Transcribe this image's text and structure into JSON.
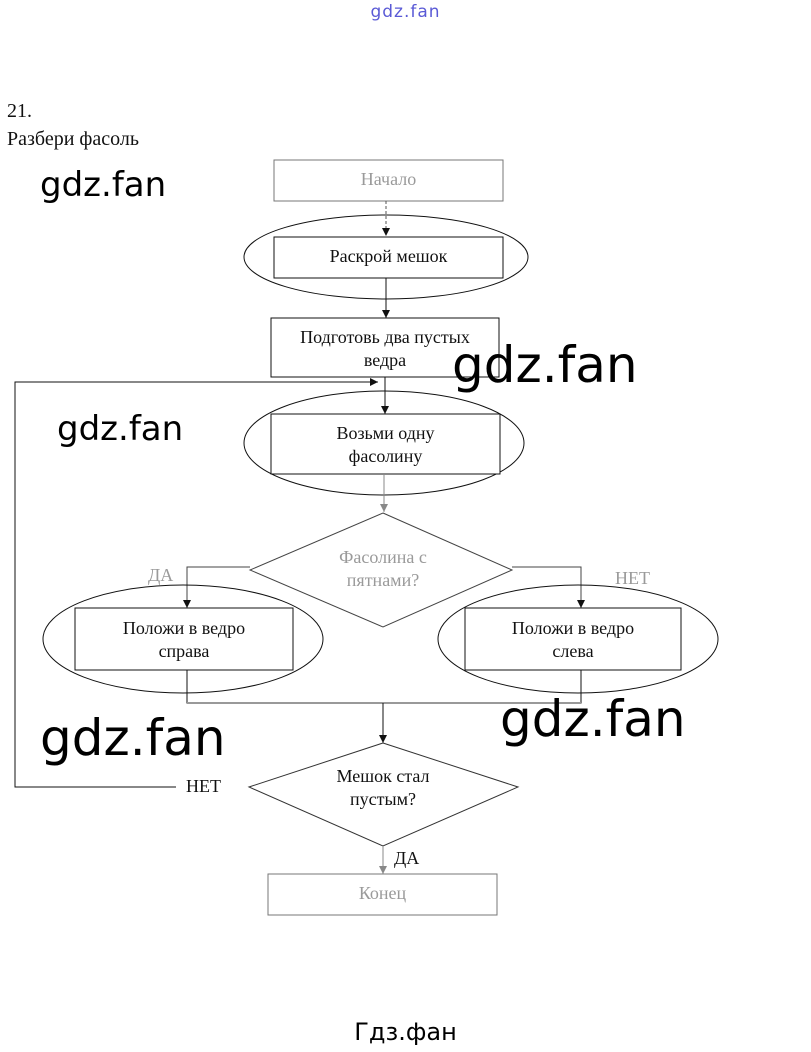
{
  "watermarks": {
    "top": "gdz.fan",
    "overlay": [
      "gdz.fan",
      "gdz.fan",
      "gdz.fan",
      "gdz.fan",
      "gdz.fan"
    ],
    "footer": "Гдз.фан"
  },
  "task": {
    "number": "21.",
    "title": "Разбери фасоль"
  },
  "flowchart": {
    "start": "Начало",
    "step_open_bag": "Раскрой мешок",
    "step_prepare_line1": "Подготовь два пустых",
    "step_prepare_line2": "ведра",
    "step_take_line1": "Возьми одну",
    "step_take_line2": "фасолину",
    "decision_spots_line1": "Фасолина с",
    "decision_spots_line2": "пятнами?",
    "yes_label": "ДА",
    "no_label": "НЕТ",
    "step_right_line1": "Положи в ведро",
    "step_right_line2": "справа",
    "step_left_line1": "Положи в ведро",
    "step_left_line2": "слева",
    "decision_empty_line1": "Мешок стал",
    "decision_empty_line2": "пустым?",
    "loop_no_label": "НЕТ",
    "end_yes_label": "ДА",
    "end": "Конец"
  }
}
